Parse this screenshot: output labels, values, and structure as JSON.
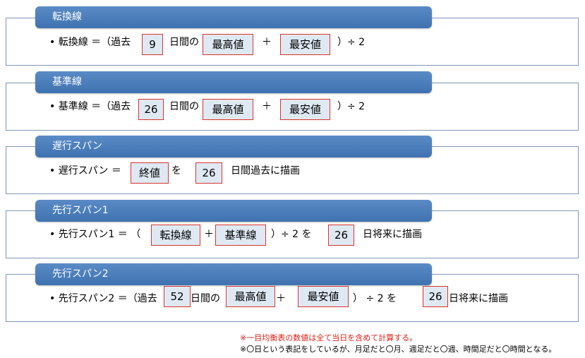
{
  "sections": [
    {
      "header": "転換線",
      "text_1": "• 転換線 ＝（過去",
      "box_days": "9",
      "text_2": "日間の",
      "box_high": "最高値",
      "plus": "＋",
      "box_low": "最安値",
      "text_3": "）÷ 2"
    },
    {
      "header": "基準線",
      "text_1": "• 基準線 ＝（過去",
      "box_days": "26",
      "text_2": "日間の",
      "box_high": "最高値",
      "plus": "＋",
      "box_low": "最安値",
      "text_3": "）÷ 2"
    },
    {
      "header": "遅行スパン",
      "text_1": "• 遅行スパン ＝",
      "box_close": "終値",
      "text_2": "を",
      "box_days": "26",
      "text_3": "日間過去に描画"
    },
    {
      "header": "先行スパン1",
      "text_1": "• 先行スパン1 ＝ （",
      "box_a": "転換線",
      "plus": "＋",
      "box_b": "基準線",
      "text_2": "）÷ 2 を",
      "box_days": "26",
      "text_3": "日将来に描画"
    },
    {
      "header": "先行スパン2",
      "text_1": "• 先行スパン2 ＝（過去",
      "box_period": "52",
      "text_2": "日間の",
      "box_high": "最高値",
      "plus": "＋",
      "box_low": "最安値",
      "text_3": "） ÷ 2 を",
      "box_days": "26",
      "text_4": "日将来に描画"
    }
  ],
  "notes": {
    "note_1": "※一目均衡表の数値は全て当日を含めて計算する。",
    "note_2": "※〇日という表記をしているが、月足だと〇月、週足だと〇週、時間足だと〇時間となる。"
  },
  "colors": {
    "header_bg": "#4a7ebb",
    "box_bg": "#dfe9f4",
    "box_border": "#d9342b",
    "panel_border": "#7f99b8",
    "note_red": "#e0201a"
  }
}
